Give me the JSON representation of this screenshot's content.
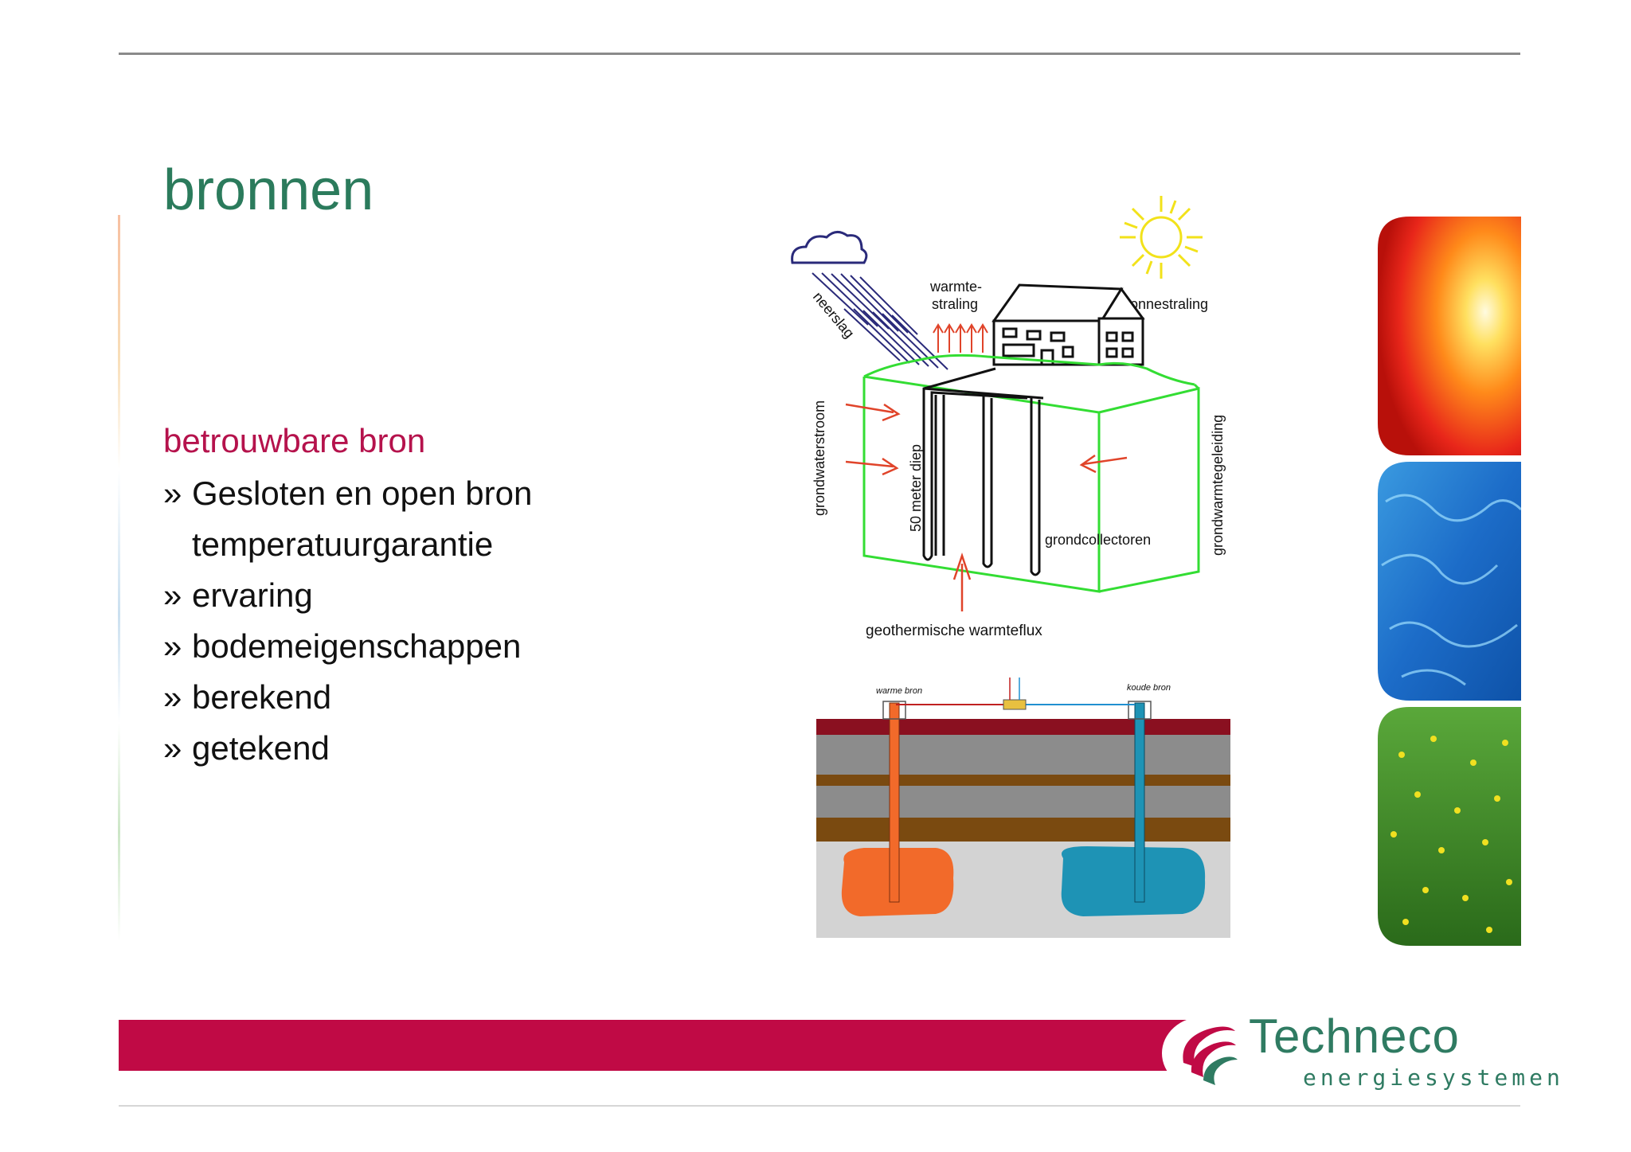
{
  "slide": {
    "title": "bronnen",
    "subtitle": "betrouwbare bron",
    "bullets": [
      {
        "marker": "»",
        "text": "Gesloten en open bron"
      },
      {
        "marker": "",
        "text": "temperatuurgarantie"
      },
      {
        "marker": "»",
        "text": "ervaring"
      },
      {
        "marker": "»",
        "text": "bodemeigenschappen"
      },
      {
        "marker": "»",
        "text": "berekend"
      },
      {
        "marker": "»",
        "text": "getekend"
      }
    ]
  },
  "diagram_closed": {
    "labels": {
      "neerslag": "neerslag",
      "warmte_line1": "warmte-",
      "warmte_line2": "straling",
      "zonnestraling": "zonnestraling",
      "grondwaterstroom": "grondwaterstroom",
      "diep": "50 meter diep",
      "grondcollectoren": "grondcollectoren",
      "grondwarmtegeleiding": "grondwarmtegeleiding",
      "flux": "geothermische warmteflux"
    },
    "colors": {
      "ground_outline": "#33dd33",
      "arrow": "#e0442a",
      "rain": "#2a2a7a",
      "sun": "#f2e21a"
    }
  },
  "diagram_open": {
    "labels": {
      "warm": "warme bron",
      "koud": "koude bron"
    },
    "colors": {
      "warm": "#f26a2a",
      "cold": "#1e93b5",
      "clay": "#7a4a10",
      "top": "#8a1020",
      "sand": "#8c8c8c"
    }
  },
  "side_images": [
    "sun-image",
    "water-image",
    "grass-image"
  ],
  "footer": {
    "brand": "Techneco",
    "tagline": "energiesystemen",
    "band_color": "#c00a45"
  }
}
